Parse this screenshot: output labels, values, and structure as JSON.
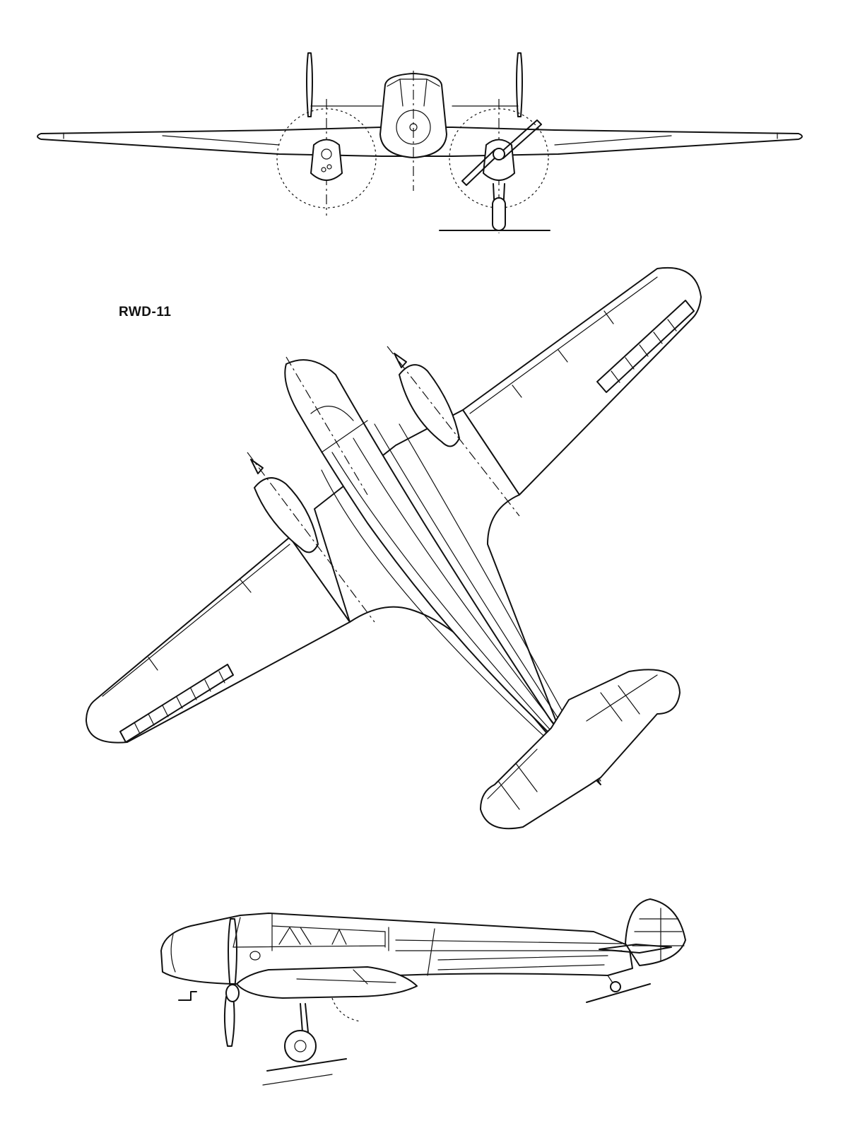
{
  "drawing": {
    "designation": "RWD-11",
    "views": [
      "front-view",
      "plan-view",
      "side-view"
    ]
  }
}
